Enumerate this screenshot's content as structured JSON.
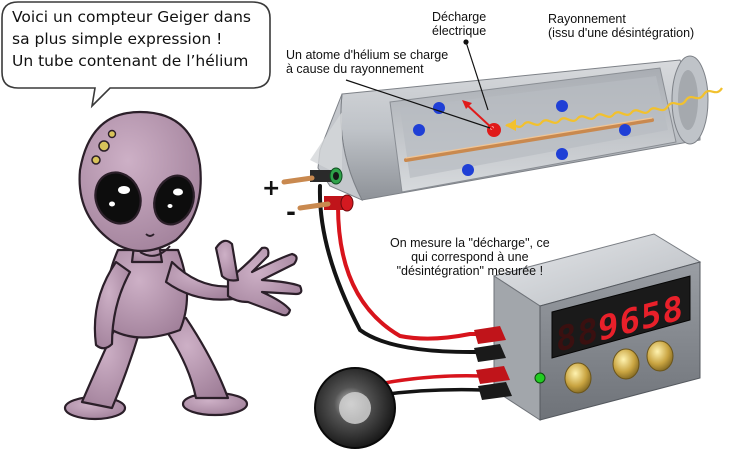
{
  "speech_bubble": {
    "line1": "Voici un compteur Geiger dans",
    "line2": "sa plus simple expression !",
    "line3": "Un tube contenant de l’hélium"
  },
  "labels": {
    "decharge_line1": "Décharge",
    "decharge_line2": "électrique",
    "rayonnement_line1": "Rayonnement",
    "rayonnement_line2": "(issu d'une désintégration)",
    "atome_line1": "Un atome d'hélium se charge",
    "atome_line2": "à cause du rayonnement",
    "mesure_line1": "On mesure la \"décharge\", ce",
    "mesure_line2": "qui correspond à une",
    "mesure_line3": "\"désintégration\" mesurée !",
    "plus_sign": "+",
    "minus_sign": "-"
  },
  "counter": {
    "display_value": "9658",
    "digit_color": "#e8202a",
    "led_color": "#22cc22"
  },
  "colors": {
    "alien_skin": "#b495ae",
    "tube_body": "#c9ccd1",
    "helium_atom": "#1f3fd6",
    "charged_atom": "#e01a1a",
    "radiation": "#f2c12e",
    "wire_red": "#d8141c",
    "wire_black": "#141414",
    "electrode": "#c9894f"
  }
}
